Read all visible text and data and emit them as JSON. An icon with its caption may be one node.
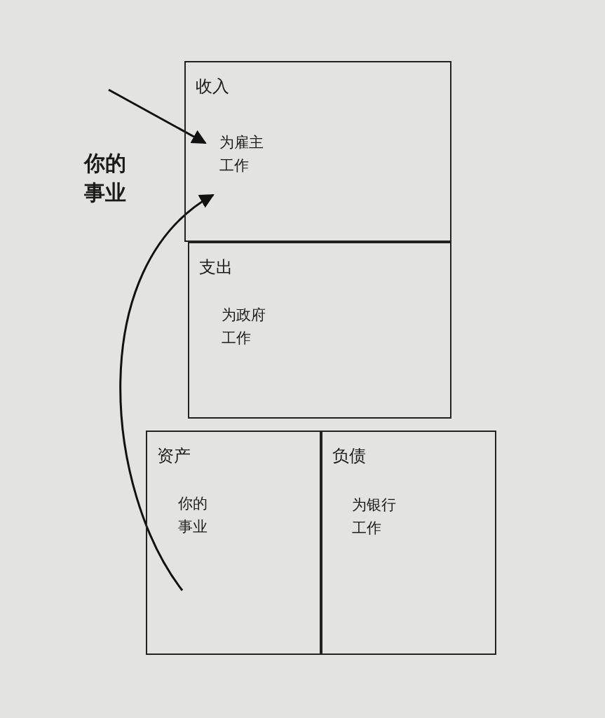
{
  "diagram": {
    "nodes": [
      {
        "text": [
          "收入",
          "为雇主工作"
        ]
      },
      {
        "text": [
          "支出",
          "为政府工作"
        ]
      },
      {
        "text": [
          "资产",
          "你的事业"
        ]
      },
      {
        "text": [
          "负债",
          "为银行工作"
        ]
      }
    ],
    "edges": [
      {
        "from": null,
        "to": 0,
        "arrow": "to"
      },
      {
        "from": 2,
        "to": 0,
        "arrow": "to"
      }
    ],
    "labels": [
      "你的事业"
    ]
  }
}
